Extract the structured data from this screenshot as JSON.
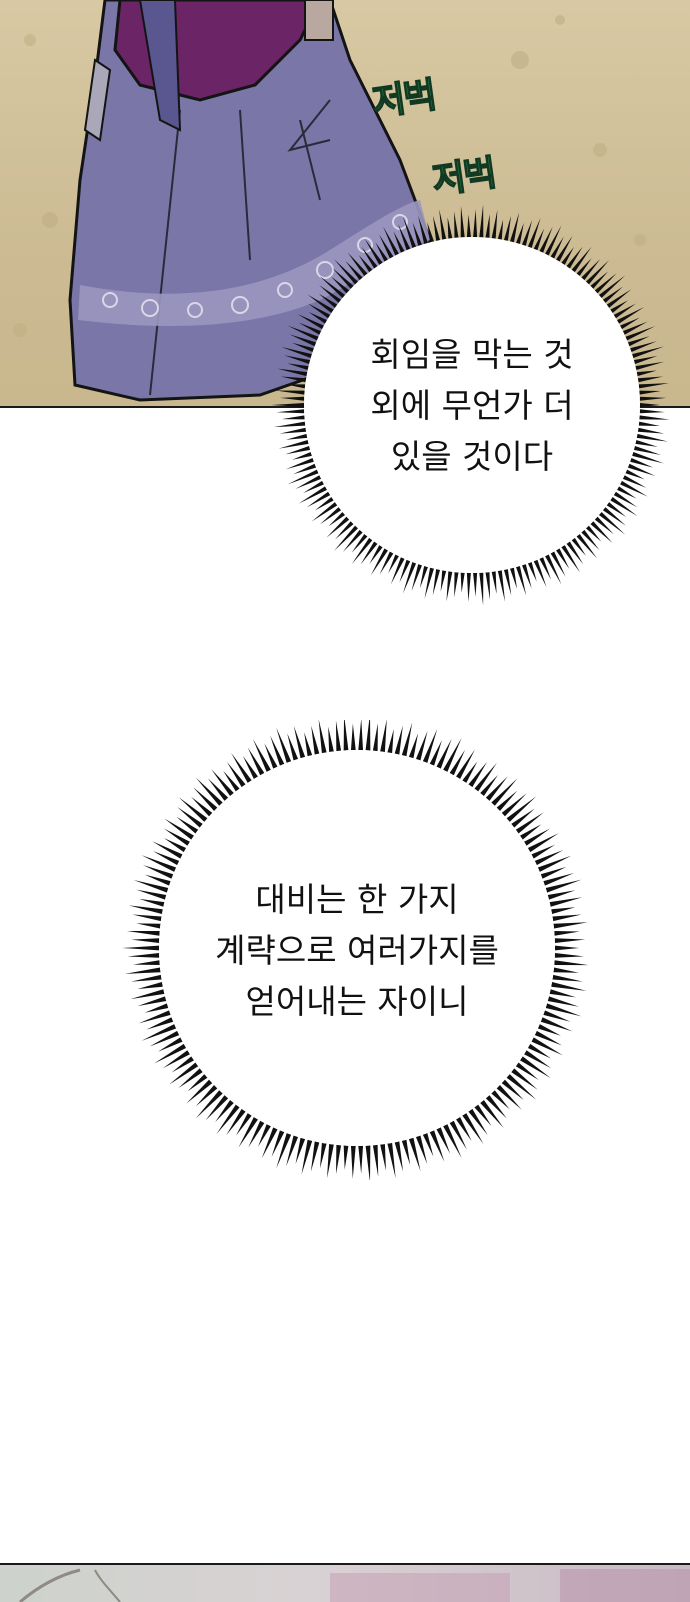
{
  "top_panel": {
    "sfx": [
      "저벅",
      "저벅"
    ]
  },
  "bubble_1": {
    "lines": [
      "회임을 막는 것",
      "외에 무언가 더",
      "있을 것이다"
    ]
  },
  "bubble_2": {
    "lines": [
      "대비는 한 가지",
      "계략으로 여러가지를",
      "얻어내는 자이니"
    ]
  }
}
